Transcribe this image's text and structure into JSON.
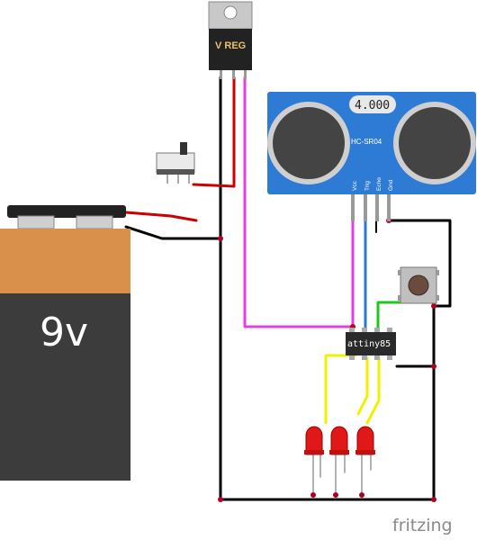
{
  "battery": {
    "label": "9v"
  },
  "regulator": {
    "label": "V REG"
  },
  "sensor": {
    "model": "HC-SR04",
    "display": "4.000",
    "pins": [
      "Vcc",
      "Trig",
      "Echo",
      "Gnd"
    ]
  },
  "microcontroller": {
    "label": "attiny85"
  },
  "leds": [
    {
      "color": "red"
    },
    {
      "color": "red"
    },
    {
      "color": "red"
    }
  ],
  "brand": "fritzing",
  "wire_colors": {
    "black": "#000000",
    "red": "#cc0000",
    "magenta": "#e040e0",
    "blue": "#2a78d4",
    "green": "#1ec81e",
    "yellow": "#f0f000"
  }
}
